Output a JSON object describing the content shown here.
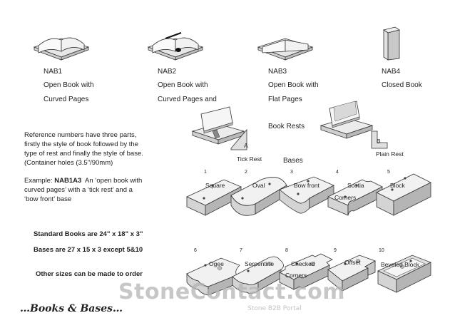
{
  "books": [
    {
      "code": "NAB1",
      "line1": "Open Book with",
      "line2": "Curved Pages"
    },
    {
      "code": "NAB2",
      "line1": "Open Book with",
      "line2": "Curved Pages and"
    },
    {
      "code": "NAB3",
      "line1": "Open Book with",
      "line2": "Flat Pages"
    },
    {
      "code": "NAB4",
      "line1": "Closed Book",
      "line2": ""
    }
  ],
  "rests": {
    "title": "Book Rests",
    "tick_label": "Tick Rest",
    "tick_letter": "A",
    "plain_label": "Plain Rest",
    "plain_letter": "B"
  },
  "reference": {
    "line1": "Reference numbers have three parts,",
    "line2": "firstly the style of book followed by the",
    "line3": "type of rest and finally the style of base.",
    "line4": "(Container holes (3.5\"/90mm)",
    "example_prefix": "Example:",
    "example_code": "NAB1A3",
    "example_text1": "An ‘open book with",
    "example_text2": "curved pages’ with a ‘tick rest’ and a",
    "example_text3": "‘bow front’ base"
  },
  "sizes": {
    "standard": "Standard Books are 24\" x  18\" x 3\"",
    "bases": "Bases are 27 x 15 x 3 except 5&10",
    "other": "Other sizes can be made to order"
  },
  "bases": {
    "title": "Bases",
    "items": [
      {
        "num": "1",
        "name": "Square"
      },
      {
        "num": "2",
        "name": "Oval"
      },
      {
        "num": "3",
        "name": "Bow front"
      },
      {
        "num": "4",
        "name": "Scotia",
        "name2": "Corners"
      },
      {
        "num": "5",
        "name": "Block"
      },
      {
        "num": "6",
        "name": "Ogee"
      },
      {
        "num": "7",
        "name": "Serpentine"
      },
      {
        "num": "8",
        "name": "Checked",
        "name2": "Corners"
      },
      {
        "num": "9",
        "name": "Offset"
      },
      {
        "num": "10",
        "name": "Beveled Block"
      }
    ]
  },
  "footer": "…Books & Bases…",
  "watermark": {
    "brand": "StoneContact.com",
    "tagline": "Stone B2B Portal"
  }
}
